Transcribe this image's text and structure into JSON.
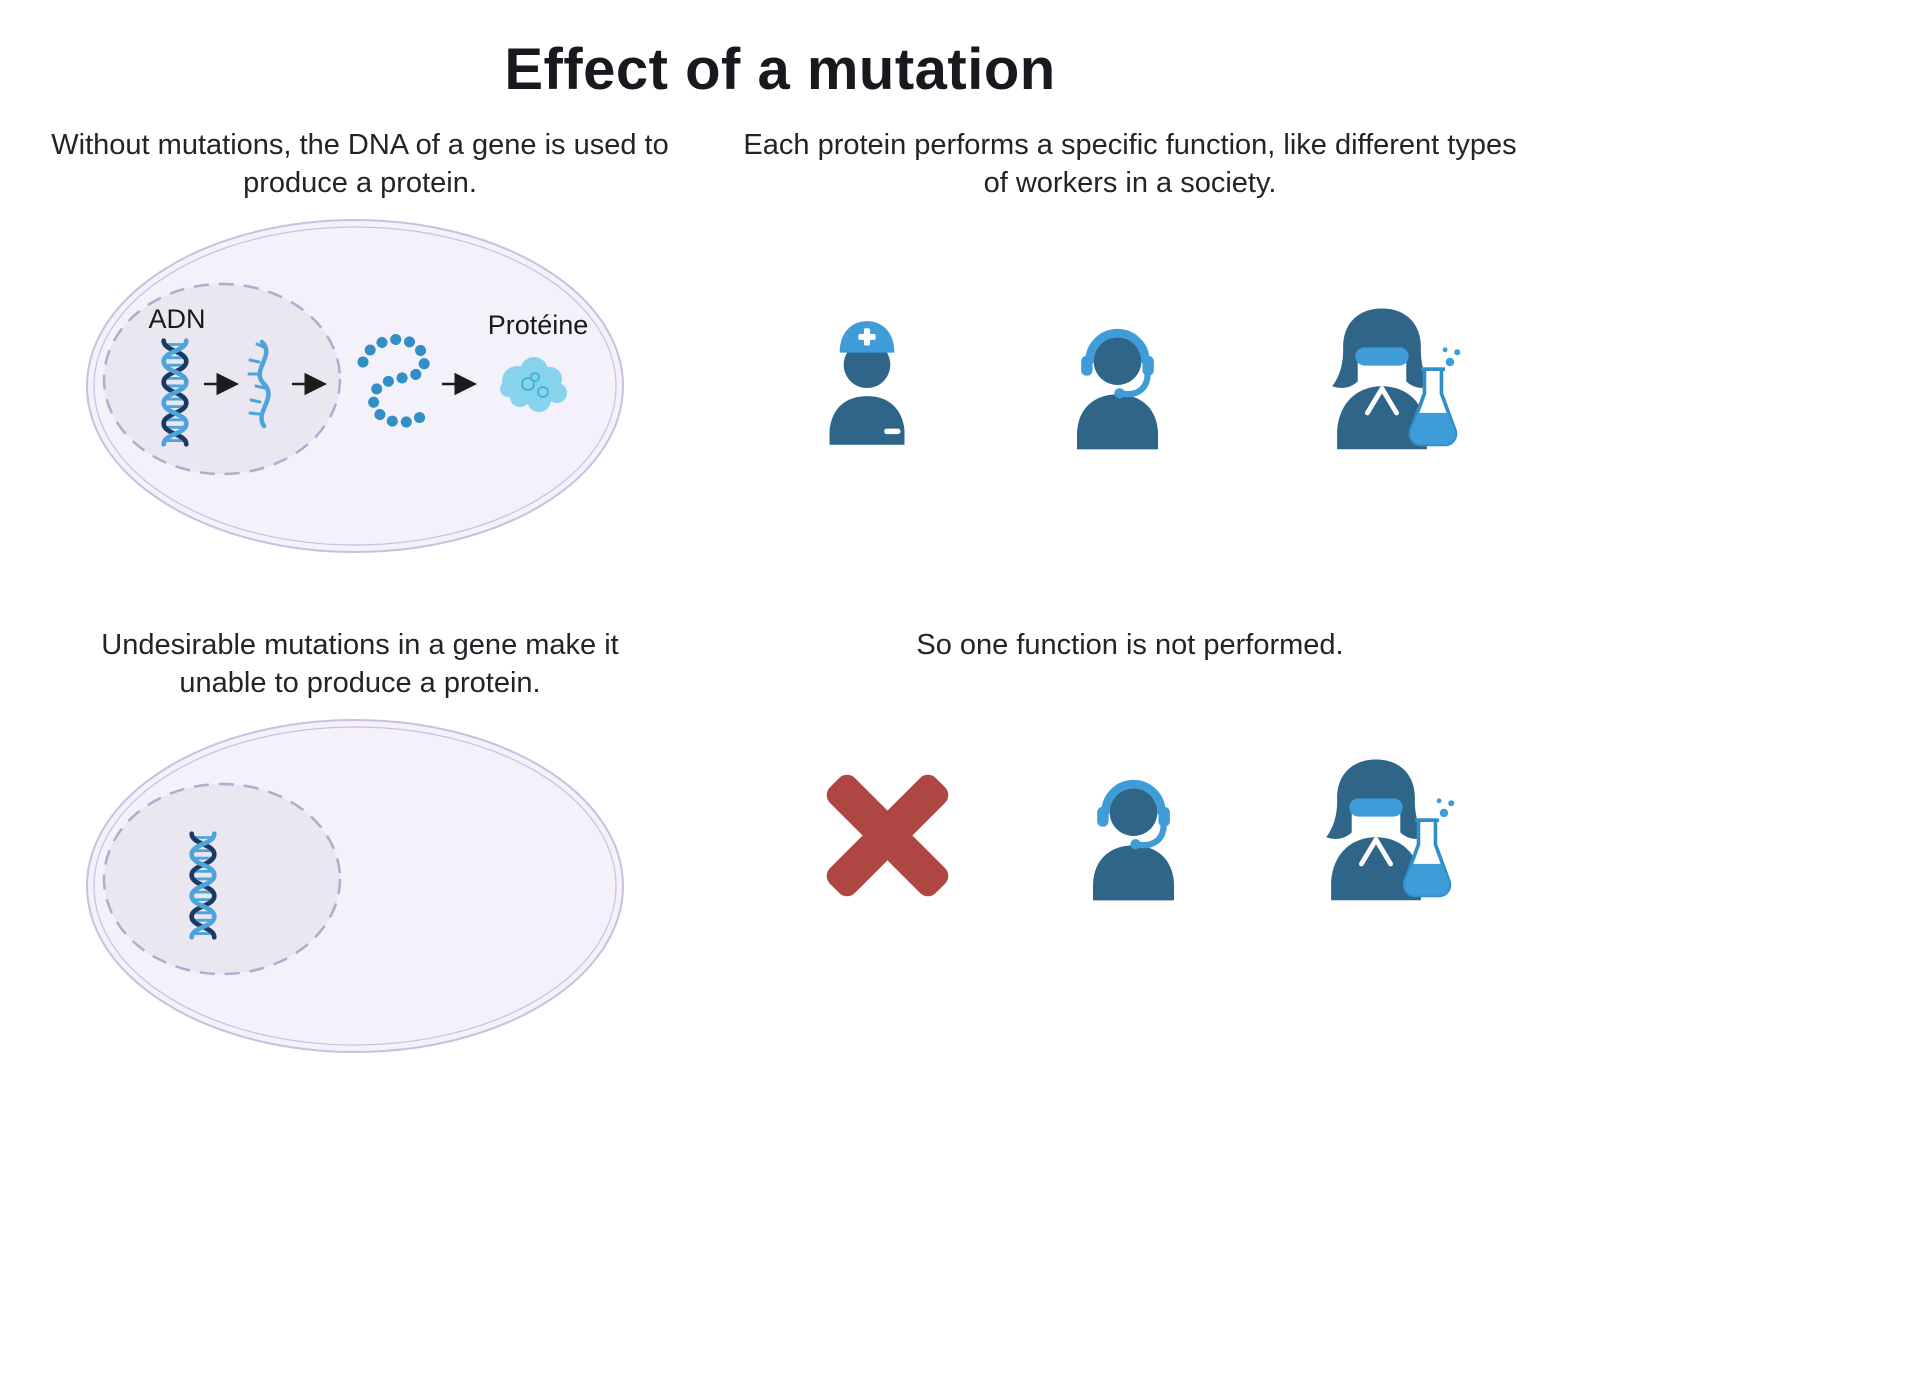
{
  "title": "Effect of a mutation",
  "sections": {
    "normal_cell": {
      "caption": "Without mutations, the DNA of a gene is used to produce a protein.",
      "dna_label": "ADN",
      "protein_label": "Protéine"
    },
    "workers": {
      "caption": "Each protein performs a specific function, like different types of workers in a society.",
      "icons": [
        "doctor-icon",
        "support-agent-icon",
        "scientist-icon"
      ]
    },
    "mutated_cell": {
      "caption": "Undesirable mutations in a gene make it unable to produce a protein."
    },
    "missing_function": {
      "caption": "So one function is not performed.",
      "icons": [
        "red-cross-icon",
        "support-agent-icon",
        "scientist-icon"
      ]
    }
  },
  "colors": {
    "cell_fill": "#f4f1fa",
    "cell_border": "#cabfe2",
    "nucleus_fill": "#eae7f1",
    "nucleus_border": "#b3aacf",
    "dna_dark": "#1b3a63",
    "dna_light": "#4da4da",
    "bead_blue": "#2f8fc6",
    "protein_fill": "#87d3ee",
    "worker_body": "#2f6588",
    "worker_accent": "#3e9cd9",
    "cross_red": "#ae4643",
    "arrow_black": "#1c1c1c"
  }
}
